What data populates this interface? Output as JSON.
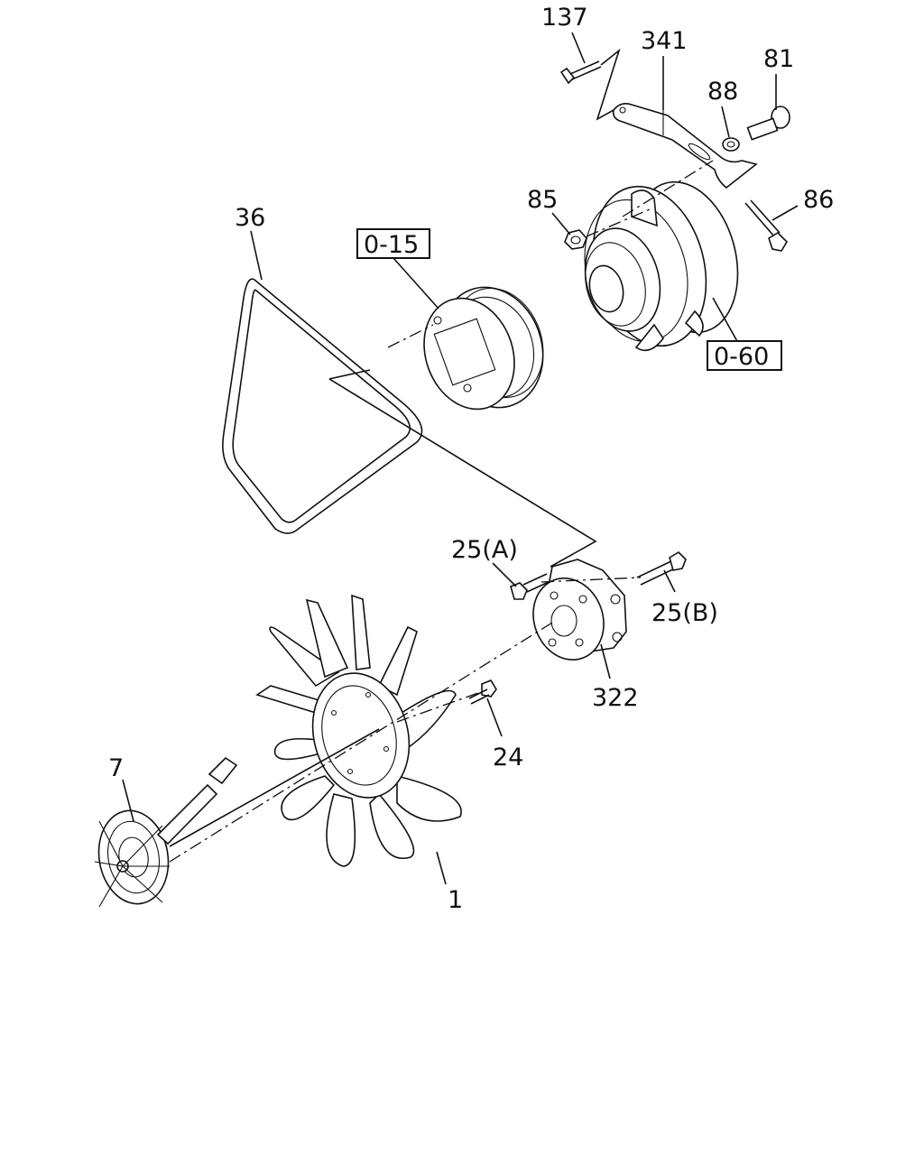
{
  "callouts": {
    "p137": "137",
    "p341": "341",
    "p81": "81",
    "p88": "88",
    "p85": "85",
    "p86": "86",
    "p36": "36",
    "p25a": "25(A)",
    "p25b": "25(B)",
    "p322": "322",
    "p24": "24",
    "p7": "7",
    "p1": "1"
  },
  "refs": {
    "r015": "0-15",
    "r060": "0-60"
  }
}
